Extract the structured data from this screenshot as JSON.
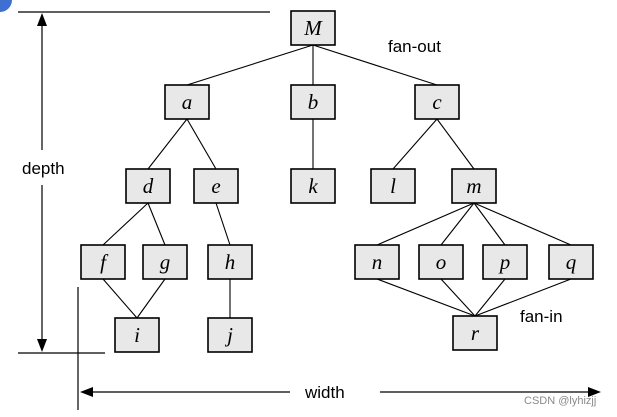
{
  "diagram": {
    "nodes": {
      "M": "M",
      "a": "a",
      "b": "b",
      "c": "c",
      "d": "d",
      "e": "e",
      "k": "k",
      "l": "l",
      "m": "m",
      "f": "f",
      "g": "g",
      "h": "h",
      "n": "n",
      "o": "o",
      "p": "p",
      "q": "q",
      "i": "i",
      "j": "j",
      "r": "r"
    },
    "edges": [
      [
        "M",
        "a"
      ],
      [
        "M",
        "b"
      ],
      [
        "M",
        "c"
      ],
      [
        "a",
        "d"
      ],
      [
        "a",
        "e"
      ],
      [
        "b",
        "k"
      ],
      [
        "c",
        "l"
      ],
      [
        "c",
        "m"
      ],
      [
        "d",
        "f"
      ],
      [
        "d",
        "g"
      ],
      [
        "e",
        "h"
      ],
      [
        "m",
        "n"
      ],
      [
        "m",
        "o"
      ],
      [
        "m",
        "p"
      ],
      [
        "m",
        "q"
      ],
      [
        "f",
        "i"
      ],
      [
        "g",
        "i"
      ],
      [
        "h",
        "j"
      ],
      [
        "n",
        "r"
      ],
      [
        "o",
        "r"
      ],
      [
        "p",
        "r"
      ],
      [
        "q",
        "r"
      ]
    ],
    "labels": {
      "fan_out": "fan-out",
      "fan_in": "fan-in",
      "depth": "depth",
      "width": "width"
    },
    "watermark": "CSDN @lyhizjj"
  }
}
